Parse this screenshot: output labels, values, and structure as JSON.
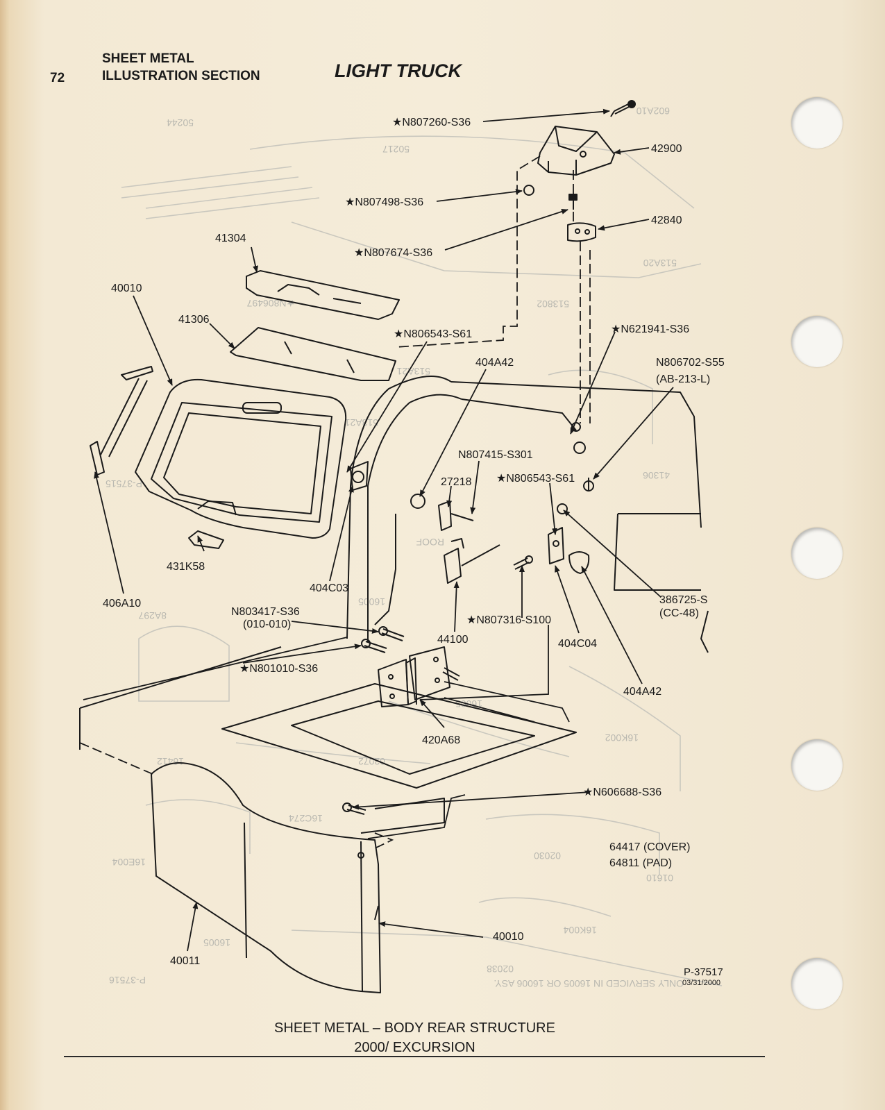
{
  "header": {
    "page_number": "72",
    "section_line1": "SHEET METAL",
    "section_line2": "ILLUSTRATION SECTION",
    "title": "LIGHT TRUCK"
  },
  "callouts": [
    {
      "id": "c1",
      "text": "★N807260-S36"
    },
    {
      "id": "c2",
      "text": "42900"
    },
    {
      "id": "c3",
      "text": "★N807498-S36"
    },
    {
      "id": "c4",
      "text": "42840"
    },
    {
      "id": "c5",
      "text": "★N807674-S36"
    },
    {
      "id": "c6",
      "text": "41304"
    },
    {
      "id": "c7",
      "text": "40010"
    },
    {
      "id": "c8",
      "text": "41306"
    },
    {
      "id": "c9",
      "text": "★N806543-S61"
    },
    {
      "id": "c10",
      "text": "★N621941-S36"
    },
    {
      "id": "c11",
      "text": "404A42"
    },
    {
      "id": "c12",
      "text": "N806702-S55"
    },
    {
      "id": "c13",
      "text": "(AB-213-L)"
    },
    {
      "id": "c14",
      "text": "N807415-S301"
    },
    {
      "id": "c15",
      "text": "27218"
    },
    {
      "id": "c16",
      "text": "★N806543-S61"
    },
    {
      "id": "c17",
      "text": "431K58"
    },
    {
      "id": "c18",
      "text": "404C03"
    },
    {
      "id": "c19",
      "text": "406A10"
    },
    {
      "id": "c20",
      "text": "386725-S"
    },
    {
      "id": "c21",
      "text": "(CC-48)"
    },
    {
      "id": "c22",
      "text": "N803417-S36"
    },
    {
      "id": "c23",
      "text": "(010-010)"
    },
    {
      "id": "c24",
      "text": "★N807316-S100"
    },
    {
      "id": "c25",
      "text": "44100"
    },
    {
      "id": "c26",
      "text": "404C04"
    },
    {
      "id": "c27",
      "text": "★N801010-S36"
    },
    {
      "id": "c28",
      "text": "404A42"
    },
    {
      "id": "c29",
      "text": "420A68"
    },
    {
      "id": "c30",
      "text": "★N606688-S36"
    },
    {
      "id": "c31",
      "text": "64417 (COVER)"
    },
    {
      "id": "c32",
      "text": "64811 (PAD)"
    },
    {
      "id": "c33",
      "text": "40010"
    },
    {
      "id": "c34",
      "text": "40011"
    }
  ],
  "figure_ref": {
    "number": "P-37517",
    "date": "03/31/2000"
  },
  "caption": {
    "line1": "SHEET METAL – BODY REAR STRUCTURE",
    "line2": "2000/ EXCURSION"
  },
  "colors": {
    "paper": "#f5ecd9",
    "ink": "#1a1a1a",
    "ghost_ink": "#b9b8b0"
  }
}
